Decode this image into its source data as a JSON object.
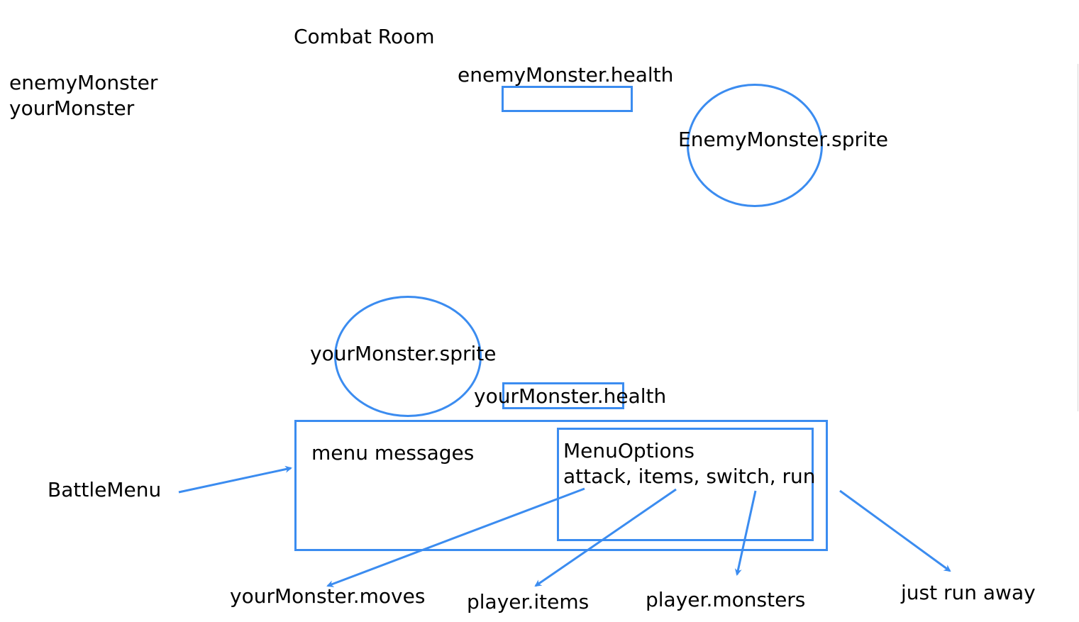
{
  "title": "Combat Room",
  "variables": [
    "enemyMonster",
    "yourMonster"
  ],
  "enemy": {
    "health_label": "enemyMonster.health",
    "sprite_label": "EnemyMonster.sprite"
  },
  "player_monster": {
    "sprite_label": "yourMonster.sprite",
    "health_label": "yourMonster.health"
  },
  "battle_menu": {
    "label": "BattleMenu",
    "messages_label": "menu messages",
    "options_title": "MenuOptions",
    "options_list": "attack, items, switch, run"
  },
  "outcomes": {
    "attack": "yourMonster.moves",
    "items": "player.items",
    "switch": "player.monsters",
    "run": "just run away"
  },
  "colors": {
    "accent": "#3b8cf0",
    "text": "#000000",
    "background": "#ffffff"
  }
}
